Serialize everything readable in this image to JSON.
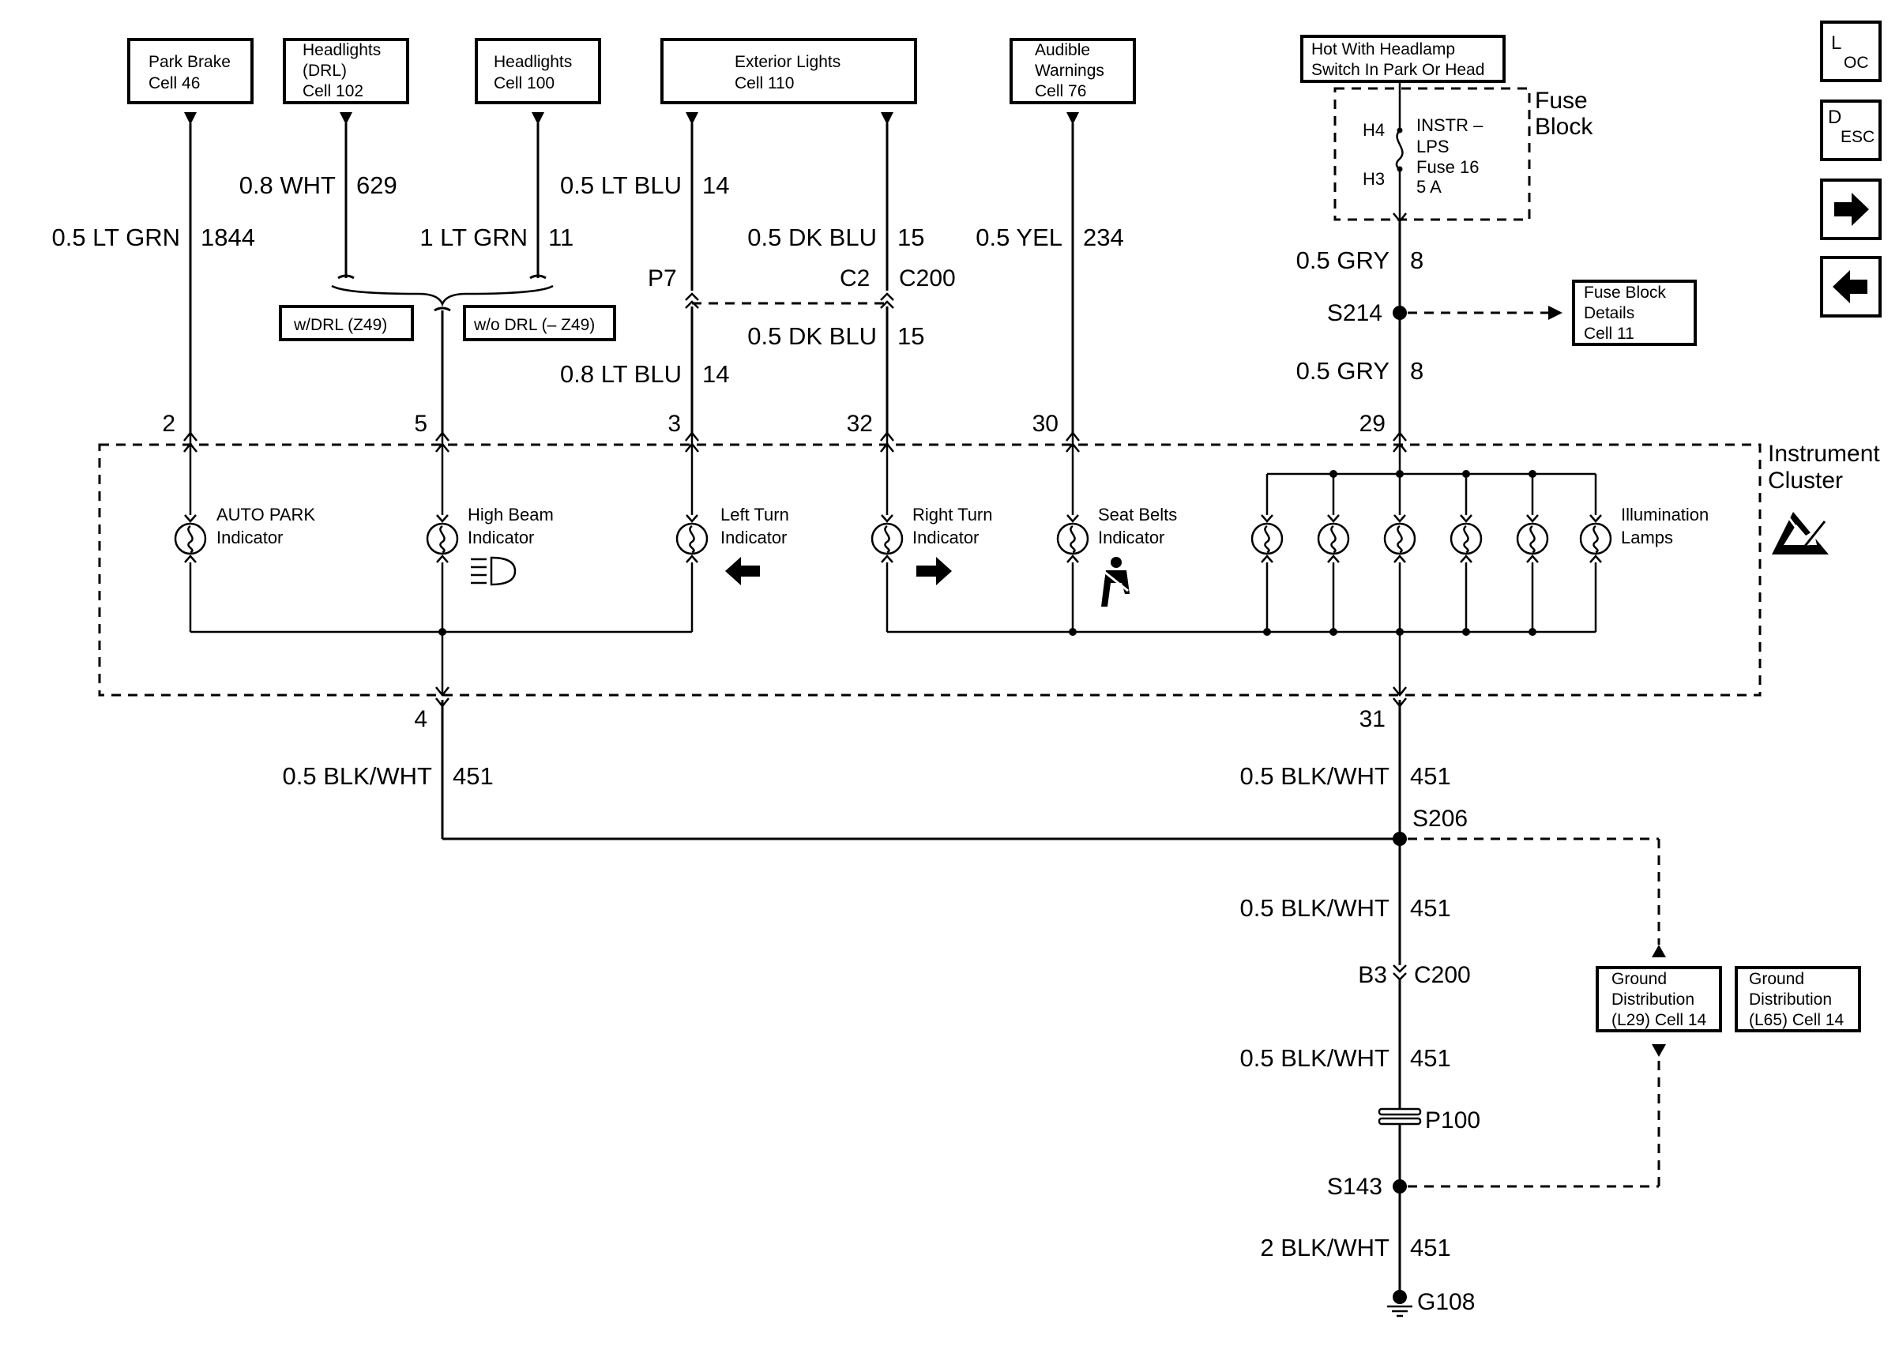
{
  "source_boxes": {
    "park_brake": [
      "Park Brake",
      "Cell 46"
    ],
    "headlights_drl": [
      "Headlights",
      "(DRL)",
      "Cell 102"
    ],
    "headlights_100": [
      "Headlights",
      "Cell 100"
    ],
    "exterior_lights": [
      "Exterior Lights",
      "Cell 110"
    ],
    "audible_warnings": [
      "Audible",
      "Warnings",
      "Cell 76"
    ],
    "hot_with_headlamp": [
      "Hot With Headlamp",
      "Switch In Park Or Head"
    ]
  },
  "fuse_block": {
    "title": [
      "Fuse",
      "Block"
    ],
    "terminal_top": "H4",
    "terminal_bottom": "H3",
    "fuse_label": [
      "INSTR –",
      "LPS",
      "Fuse 16",
      "5 A"
    ]
  },
  "option_boxes": {
    "with_drl": "w/DRL (Z49)",
    "without_drl": "w/o DRL (– Z49)"
  },
  "wires": {
    "w1844": {
      "gauge": "0.5 LT GRN",
      "circuit": "1844"
    },
    "w629": {
      "gauge": "0.8 WHT",
      "circuit": "629"
    },
    "w11": {
      "gauge": "1 LT GRN",
      "circuit": "11"
    },
    "w14a": {
      "gauge": "0.5 LT BLU",
      "circuit": "14"
    },
    "w14b": {
      "gauge": "0.8 LT BLU",
      "circuit": "14"
    },
    "w15a": {
      "gauge": "0.5 DK BLU",
      "circuit": "15"
    },
    "w15b": {
      "gauge": "0.5 DK BLU",
      "circuit": "15"
    },
    "w234": {
      "gauge": "0.5 YEL",
      "circuit": "234"
    },
    "w8a": {
      "gauge": "0.5 GRY",
      "circuit": "8"
    },
    "w8b": {
      "gauge": "0.5 GRY",
      "circuit": "8"
    },
    "w451a": {
      "gauge": "0.5 BLK/WHT",
      "circuit": "451"
    },
    "w451b": {
      "gauge": "0.5 BLK/WHT",
      "circuit": "451"
    },
    "w451c": {
      "gauge": "0.5 BLK/WHT",
      "circuit": "451"
    },
    "w451d": {
      "gauge": "0.5 BLK/WHT",
      "circuit": "451"
    },
    "w451e": {
      "gauge": "2 BLK/WHT",
      "circuit": "451"
    }
  },
  "connectors": {
    "p7": "P7",
    "c2": "C2",
    "c200": "C200",
    "b3": "B3",
    "c200b": "C200",
    "p100": "P100"
  },
  "splices": {
    "s214": "S214",
    "s206": "S206",
    "s143": "S143"
  },
  "ground": "G108",
  "pins": {
    "p2": "2",
    "p5": "5",
    "p3": "3",
    "p32": "32",
    "p30": "30",
    "p29": "29",
    "p4": "4",
    "p31": "31"
  },
  "instrument_cluster": [
    "Instrument",
    "Cluster"
  ],
  "indicators": {
    "auto_park": [
      "AUTO PARK",
      "Indicator"
    ],
    "high_beam": [
      "High Beam",
      "Indicator"
    ],
    "left_turn": [
      "Left Turn",
      "Indicator"
    ],
    "right_turn": [
      "Right Turn",
      "Indicator"
    ],
    "seat_belts": [
      "Seat Belts",
      "Indicator"
    ],
    "illumination": [
      "Illumination",
      "Lamps"
    ]
  },
  "reference_boxes": {
    "fuse_block_details": [
      "Fuse Block",
      "Details",
      "Cell 11"
    ],
    "ground_l29": [
      "Ground",
      "Distribution",
      "(L29) Cell 14"
    ],
    "ground_l65": [
      "Ground",
      "Distribution",
      "(L65) Cell 14"
    ]
  },
  "nav": {
    "loc": {
      "big": "L",
      "small": "OC"
    },
    "desc": {
      "big": "D",
      "small": "ESC"
    }
  }
}
